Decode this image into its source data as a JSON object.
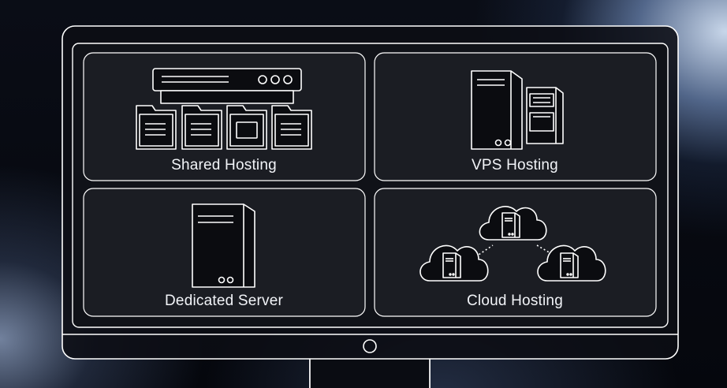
{
  "panels": [
    {
      "label": "Shared Hosting",
      "icon": "shared-hosting-icon"
    },
    {
      "label": "VPS Hosting",
      "icon": "vps-hosting-icon"
    },
    {
      "label": "Dedicated Server",
      "icon": "dedicated-server-icon"
    },
    {
      "label": "Cloud Hosting",
      "icon": "cloud-hosting-icon"
    }
  ],
  "colors": {
    "stroke": "#ffffff",
    "panel_fill": "#1a1c22",
    "monitor_fill": "#0c0e14"
  }
}
